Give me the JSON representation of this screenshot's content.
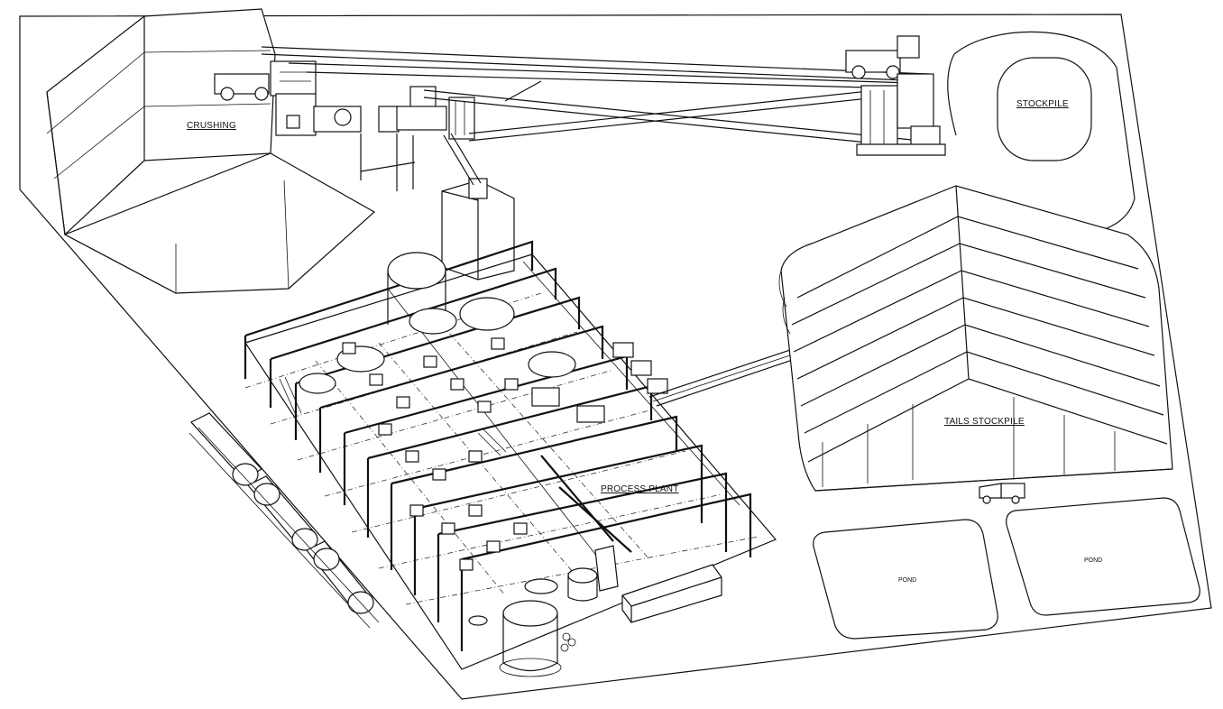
{
  "drawing": {
    "labels": {
      "crushing": "CRUSHING",
      "stockpile": "STOCKPILE",
      "tails_stockpile": "TAILS STOCKPILE",
      "process_plant": "PROCESS PLANT",
      "pond_left": "POND",
      "pond_right": "POND"
    }
  }
}
